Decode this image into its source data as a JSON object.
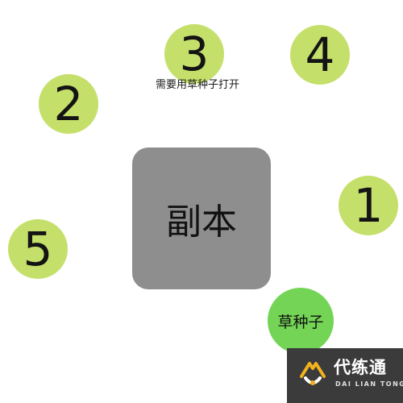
{
  "nodes": {
    "n1": "1",
    "n2": "2",
    "n3": "3",
    "n4": "4",
    "n5": "5"
  },
  "hint_text": "需要用草种子打开",
  "dungeon_label": "副本",
  "seed_label": "草种子",
  "watermark": {
    "title": "代练通",
    "subtitle": "DAI LIAN TONG"
  },
  "colors": {
    "node_fill": "#c4e06a",
    "seed_fill": "#73d455",
    "dungeon_fill": "#8e8e8e",
    "watermark_bg": "#3b3b3b",
    "logo_accent": "#f2b21c"
  }
}
